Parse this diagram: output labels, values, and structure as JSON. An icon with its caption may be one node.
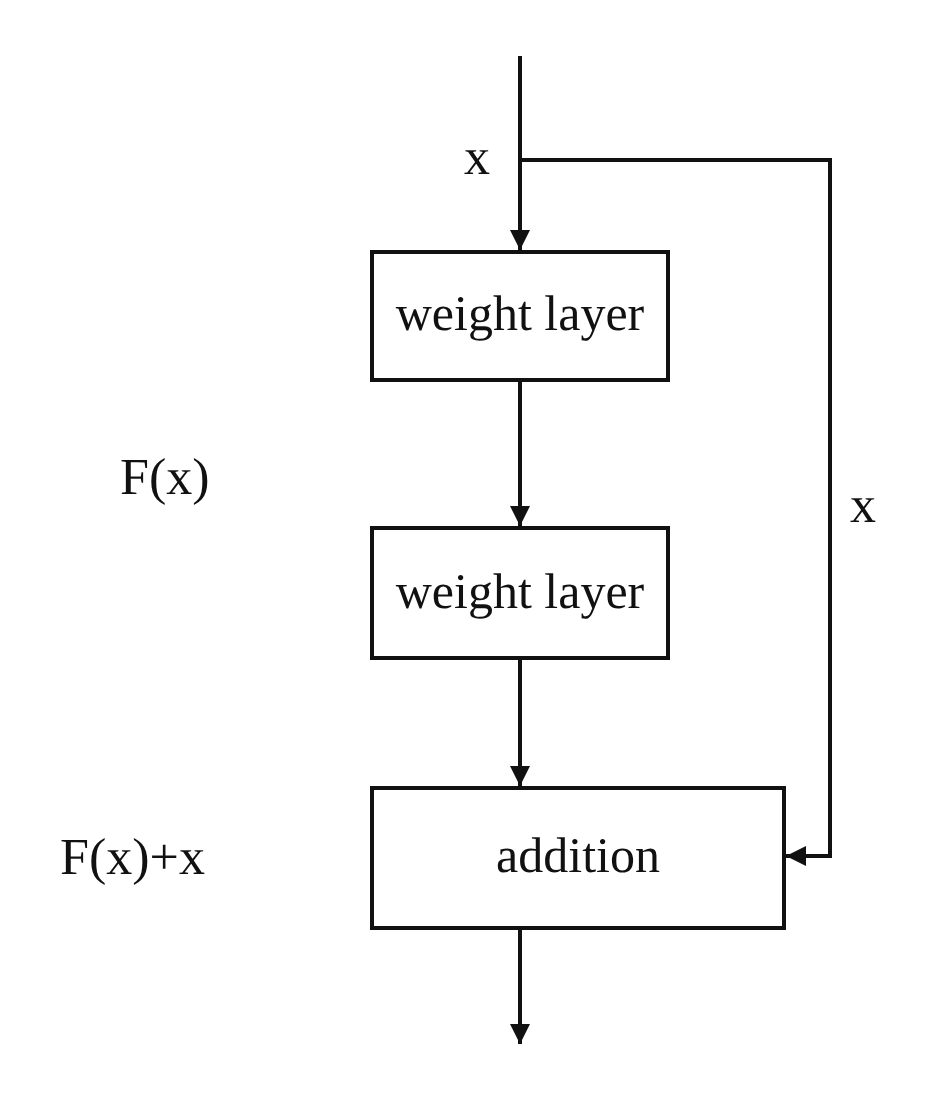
{
  "diagram": {
    "nodes": [
      {
        "text": [
          "weight layer"
        ]
      },
      {
        "text": [
          "weight layer"
        ]
      },
      {
        "text": [
          "addition"
        ]
      }
    ],
    "edges": [
      {
        "from": null,
        "to": 0,
        "arrow": "to"
      },
      {
        "from": 0,
        "to": 1,
        "arrow": "to"
      },
      {
        "from": 1,
        "to": 2,
        "arrow": "to"
      },
      {
        "from": null,
        "to": 2,
        "arrow": "to",
        "label": "x"
      },
      {
        "from": 2,
        "to": null,
        "arrow": "to"
      }
    ],
    "labels": [
      "x",
      "F(x)",
      "F(x)+x"
    ]
  }
}
